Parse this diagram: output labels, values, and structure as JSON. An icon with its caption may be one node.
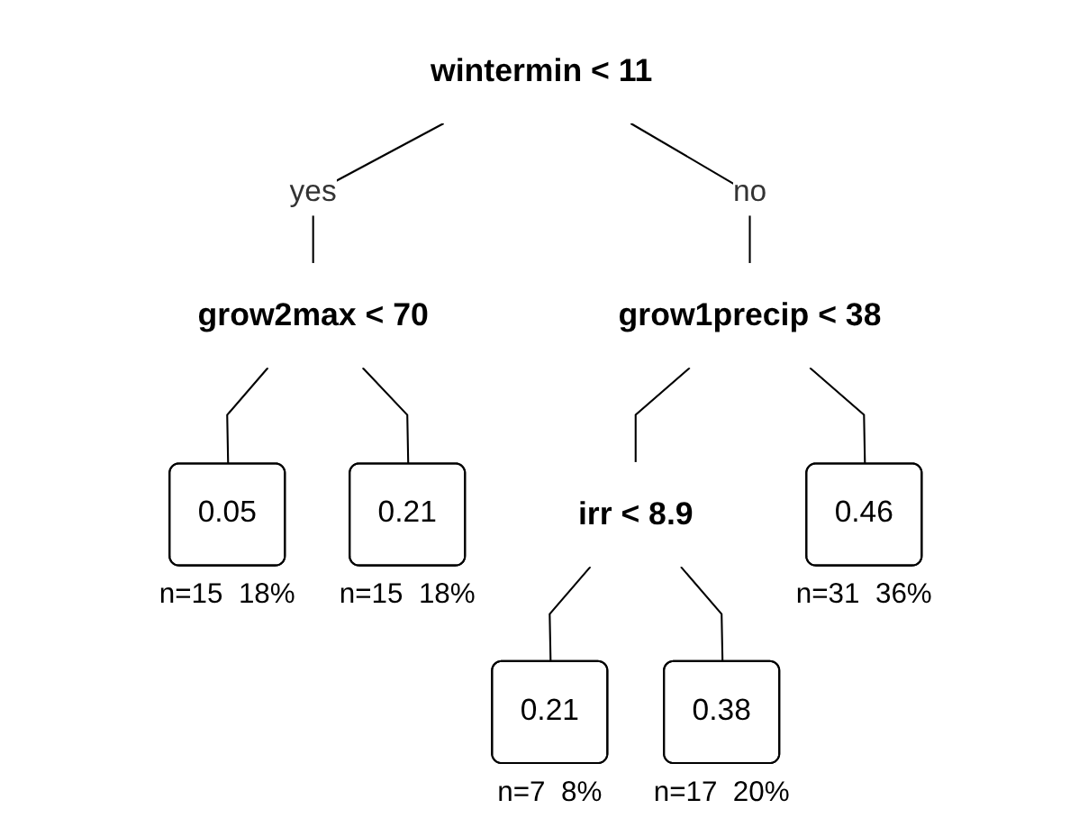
{
  "diagram": {
    "nodes": [
      {
        "text": [
          "wintermin < 11"
        ]
      },
      {
        "text": [
          "grow2max < 70"
        ]
      },
      {
        "text": [
          "grow1precip < 38"
        ]
      },
      {
        "text": [
          "0.05"
        ],
        "beside": [
          "n=15  18%"
        ]
      },
      {
        "text": [
          "0.21"
        ],
        "beside": [
          "n=15  18%"
        ]
      },
      {
        "text": [
          "irr < 8.9"
        ]
      },
      {
        "text": [
          "0.46"
        ],
        "beside": [
          "n=31  36%"
        ]
      },
      {
        "text": [
          "0.21"
        ],
        "beside": [
          "n=7  8%"
        ]
      },
      {
        "text": [
          "0.38"
        ],
        "beside": [
          "n=17  20%"
        ]
      }
    ],
    "edges": [
      {
        "from": 0,
        "to": 1,
        "arrow": "none",
        "label": "yes"
      },
      {
        "from": 0,
        "to": 2,
        "arrow": "none",
        "label": "no"
      },
      {
        "from": 1,
        "to": 3,
        "arrow": "none"
      },
      {
        "from": 1,
        "to": 4,
        "arrow": "none"
      },
      {
        "from": 2,
        "to": 5,
        "arrow": "none"
      },
      {
        "from": 2,
        "to": 6,
        "arrow": "none"
      },
      {
        "from": 5,
        "to": 7,
        "arrow": "none"
      },
      {
        "from": 5,
        "to": 8,
        "arrow": "none"
      }
    ]
  }
}
